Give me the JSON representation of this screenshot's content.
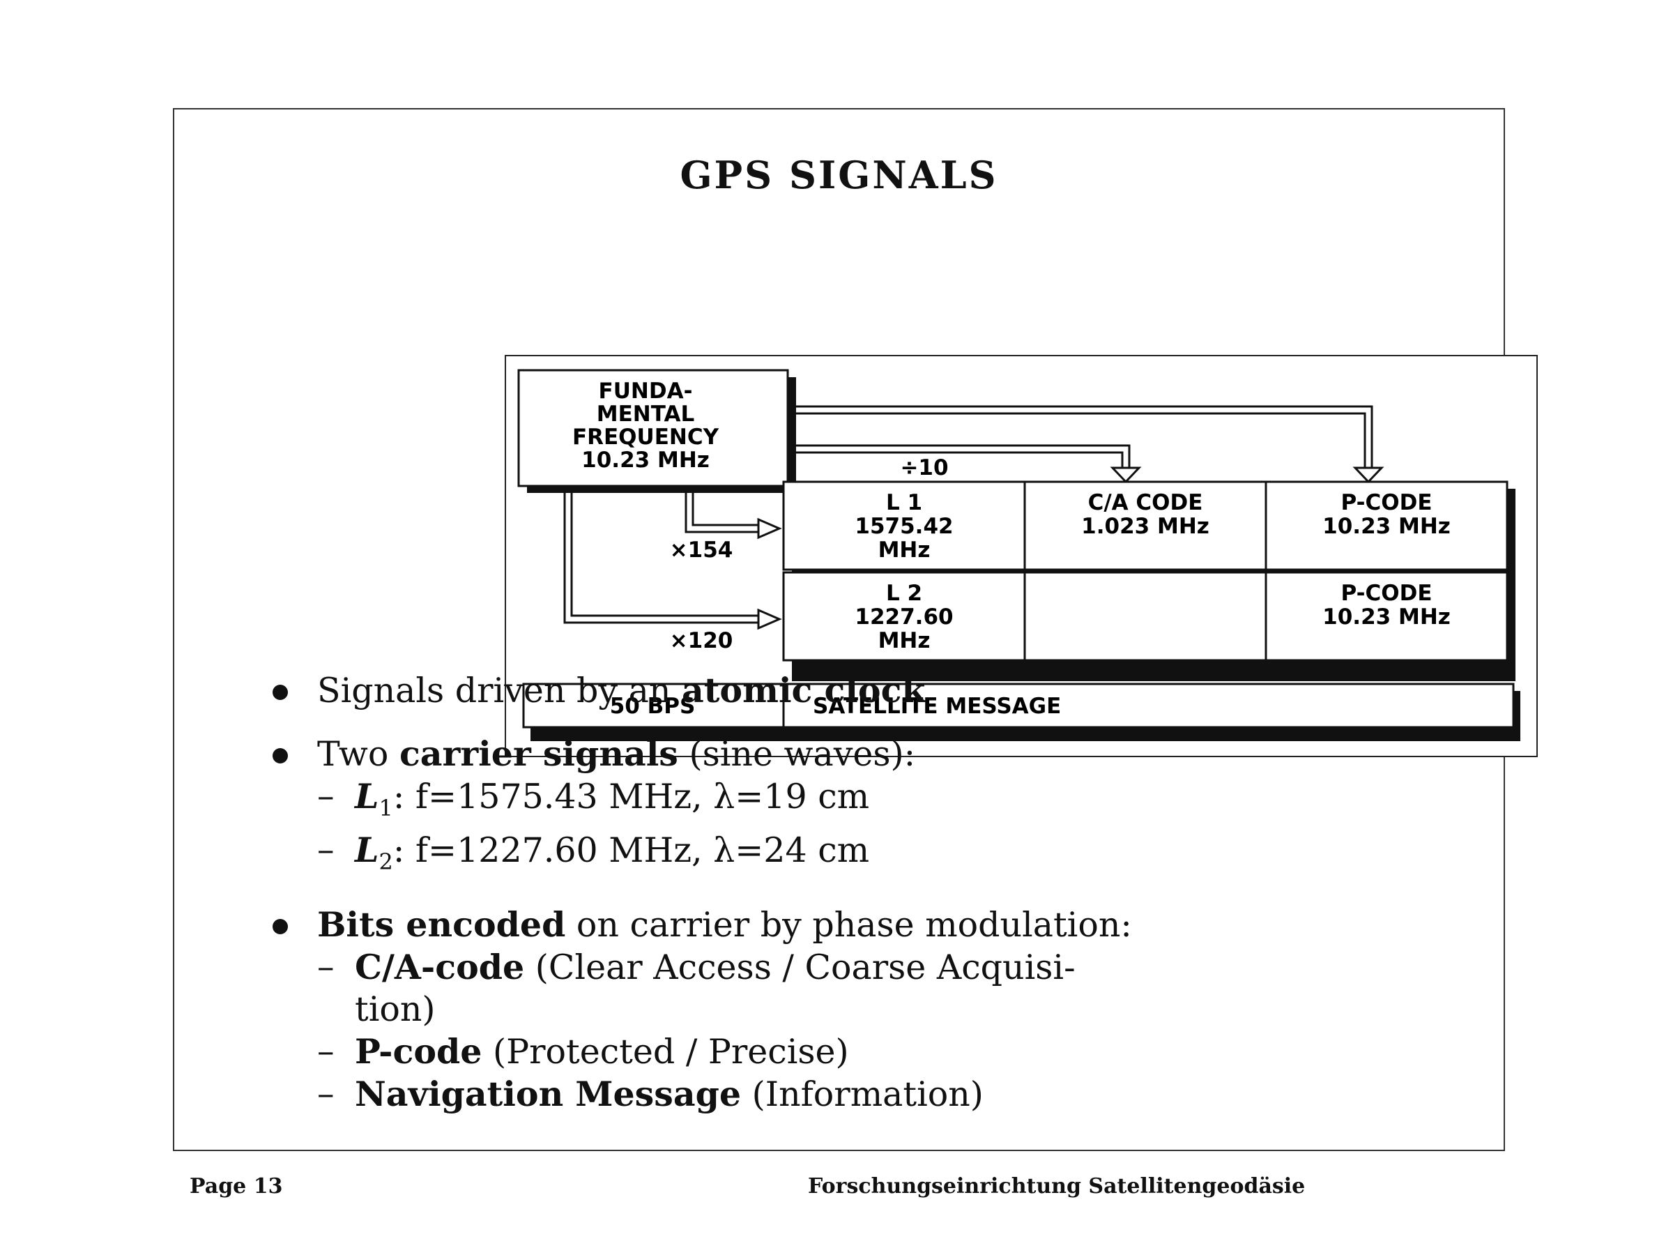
{
  "title": "GPS SIGNALS",
  "diagram": {
    "fundamental": [
      "FUNDA-",
      "MENTAL",
      "FREQUENCY",
      "10.23 MHz"
    ],
    "divide": "÷10",
    "mult1": "×154",
    "mult2": "×120",
    "l1": [
      "L 1",
      "1575.42",
      "MHz"
    ],
    "ca": [
      "C/A CODE",
      "1.023 MHz"
    ],
    "p1": [
      "P-CODE",
      "10.23 MHz"
    ],
    "l2": [
      "L 2",
      "1227.60",
      "MHz"
    ],
    "p2": [
      "P-CODE",
      "10.23 MHz"
    ],
    "bps": "50 BPS",
    "msg": "SATELLITE MESSAGE"
  },
  "bullets": {
    "b1": {
      "pre": "Signals driven by an ",
      "bold": "atomic clock"
    },
    "b2": {
      "pre": "Two ",
      "bold": "carrier signals",
      "post": " (sine waves):"
    },
    "l1": {
      "sym": "L",
      "sub": "1",
      "rest": ": f=1575.43 MHz, λ=19 cm"
    },
    "l2": {
      "sym": "L",
      "sub": "2",
      "rest": ": f=1227.60 MHz, λ=24 cm"
    },
    "b3": {
      "bold": "Bits encoded",
      "post": " on carrier by phase modulation:"
    },
    "ca": {
      "bold": "C/A-code",
      "post": " (Clear Access / Coarse Acquisi-",
      "cont": "tion)"
    },
    "pc": {
      "bold": "P-code",
      "post": " (Protected / Precise)"
    },
    "nav": {
      "bold": "Navigation Message",
      "post": " (Information)"
    }
  },
  "footer": {
    "left": "Page 13",
    "right": "Forschungseinrichtung Satellitengeodäsie"
  }
}
